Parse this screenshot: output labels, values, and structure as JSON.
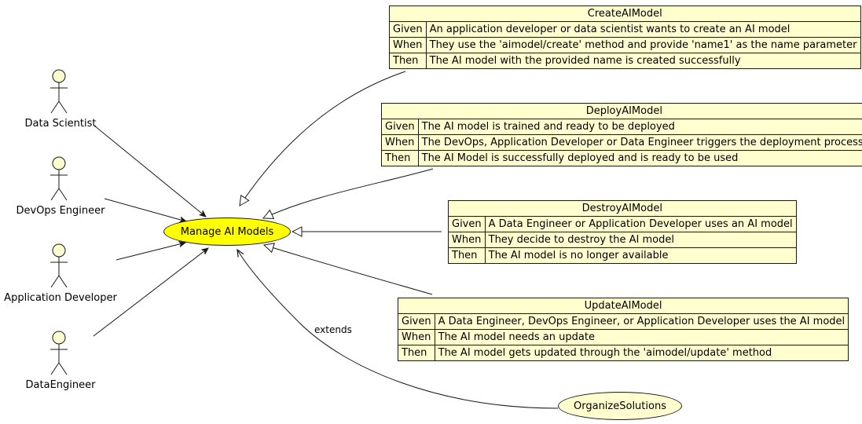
{
  "actors": [
    {
      "id": "data-scientist",
      "label": "Data Scientist"
    },
    {
      "id": "devops-engineer",
      "label": "DevOps Engineer"
    },
    {
      "id": "application-developer",
      "label": "Application Developer"
    },
    {
      "id": "data-engineer",
      "label": "DataEngineer"
    }
  ],
  "usecases": {
    "main": "Manage AI Models",
    "extension": "OrganizeSolutions"
  },
  "extends_label": "extends",
  "notes": [
    {
      "title": "CreateAIModel",
      "rows": [
        {
          "key": "Given",
          "value": "An application developer or data scientist wants to create an AI model"
        },
        {
          "key": "When",
          "value": "They use the 'aimodel/create' method and provide 'name1' as the name parameter"
        },
        {
          "key": "Then",
          "value": "The AI model with the provided name is created successfully"
        }
      ]
    },
    {
      "title": "DeployAIModel",
      "rows": [
        {
          "key": "Given",
          "value": "The AI model is trained and ready to be deployed"
        },
        {
          "key": "When",
          "value": "The DevOps, Application Developer or Data Engineer triggers the deployment process"
        },
        {
          "key": "Then",
          "value": "The AI Model is successfully deployed and is ready to be used"
        }
      ]
    },
    {
      "title": "DestroyAIModel",
      "rows": [
        {
          "key": "Given",
          "value": "A Data Engineer or Application Developer uses an AI model"
        },
        {
          "key": "When",
          "value": "They decide to destroy the AI model"
        },
        {
          "key": "Then",
          "value": "The AI model is no longer available"
        }
      ]
    },
    {
      "title": "UpdateAIModel",
      "rows": [
        {
          "key": "Given",
          "value": "A Data Engineer, DevOps Engineer, or Application Developer uses the AI model"
        },
        {
          "key": "When",
          "value": "The AI model needs an update"
        },
        {
          "key": "Then",
          "value": "The AI model gets updated through the 'aimodel/update' method"
        }
      ]
    }
  ],
  "colors": {
    "usecase_fill": "#ffff00",
    "note_fill": "#fefece",
    "stroke": "#181818"
  }
}
